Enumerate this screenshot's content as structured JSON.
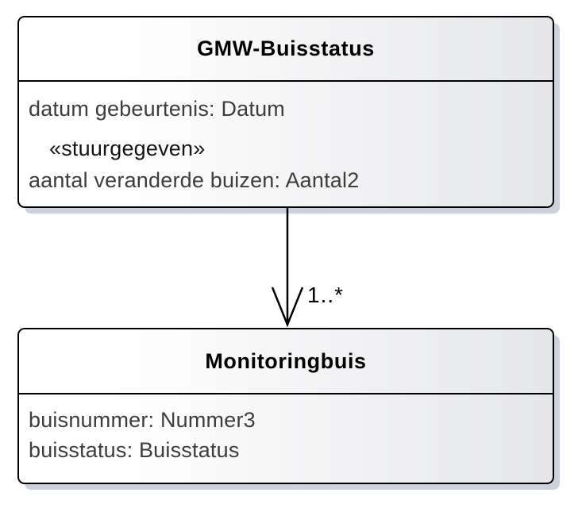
{
  "diagram": {
    "type": "uml-class-diagram",
    "classes": [
      {
        "title": "GMW-Buisstatus",
        "attribute_1": "datum gebeurtenis: Datum",
        "stereotype": "«stuurgegeven»",
        "attribute_2": "aantal veranderde buizen: Aantal2"
      },
      {
        "title": "Monitoringbuis",
        "attribute_1": "buisnummer: Nummer3",
        "attribute_2": "buisstatus: Buisstatus"
      }
    ],
    "association": {
      "multiplicity": "1..*"
    },
    "colors": {
      "border": "#000000",
      "fill_gradient_start": "#ffffff",
      "fill_gradient_end": "#e5e6e9",
      "shadow": "#ccd1dc",
      "title_text": "#000000",
      "attribute_text": "#3d3d3d"
    }
  }
}
